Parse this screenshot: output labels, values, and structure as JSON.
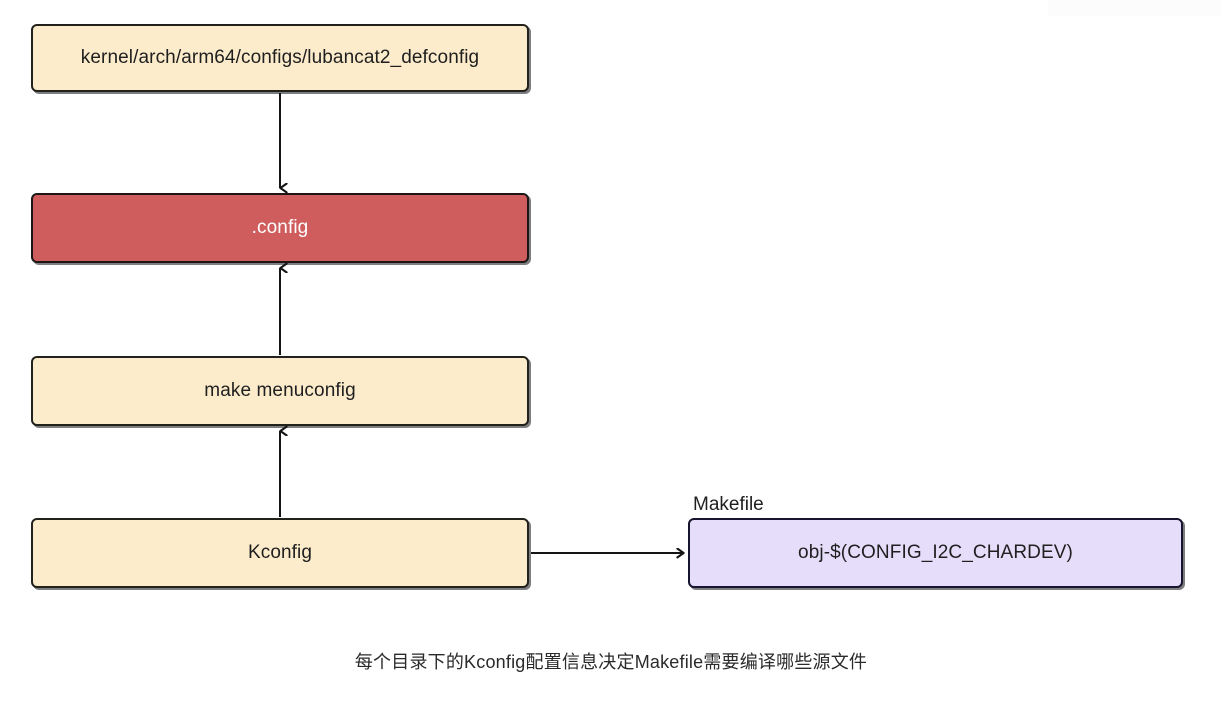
{
  "diagram": {
    "title_caption": "每个目录下的Kconfig配置信息决定Makefile需要编译哪些源文件",
    "nodes": [
      {
        "id": "defconfig",
        "label": "kernel/arch/arm64/configs/lubancat2_defconfig",
        "fill": "#fceccb",
        "text_color": "#1f1f1f"
      },
      {
        "id": "config",
        "label": ".config",
        "fill": "#d05d5d",
        "text_color": "#ffffff"
      },
      {
        "id": "menuconfig",
        "label": "make menuconfig",
        "fill": "#fceccb",
        "text_color": "#1f1f1f"
      },
      {
        "id": "kconfig",
        "label": "Kconfig",
        "fill": "#fceccb",
        "text_color": "#1f1f1f"
      },
      {
        "id": "makefile_box",
        "label": "obj-$(CONFIG_I2C_CHARDEV)",
        "fill": "#e6ddfa",
        "text_color": "#1f1f1f"
      }
    ],
    "labels": [
      {
        "id": "makefile_title",
        "text": "Makefile"
      }
    ],
    "edges": [
      {
        "id": "defconfig-to-config",
        "from": "defconfig",
        "to": "config",
        "direction": "down"
      },
      {
        "id": "menuconfig-to-config",
        "from": "menuconfig",
        "to": "config",
        "direction": "up"
      },
      {
        "id": "kconfig-to-menuconfig",
        "from": "kconfig",
        "to": "menuconfig",
        "direction": "up"
      },
      {
        "id": "kconfig-to-makefile",
        "from": "kconfig",
        "to": "makefile_box",
        "direction": "right"
      }
    ],
    "stroke_color": "#1b1b1e",
    "background": "#ffffff"
  }
}
